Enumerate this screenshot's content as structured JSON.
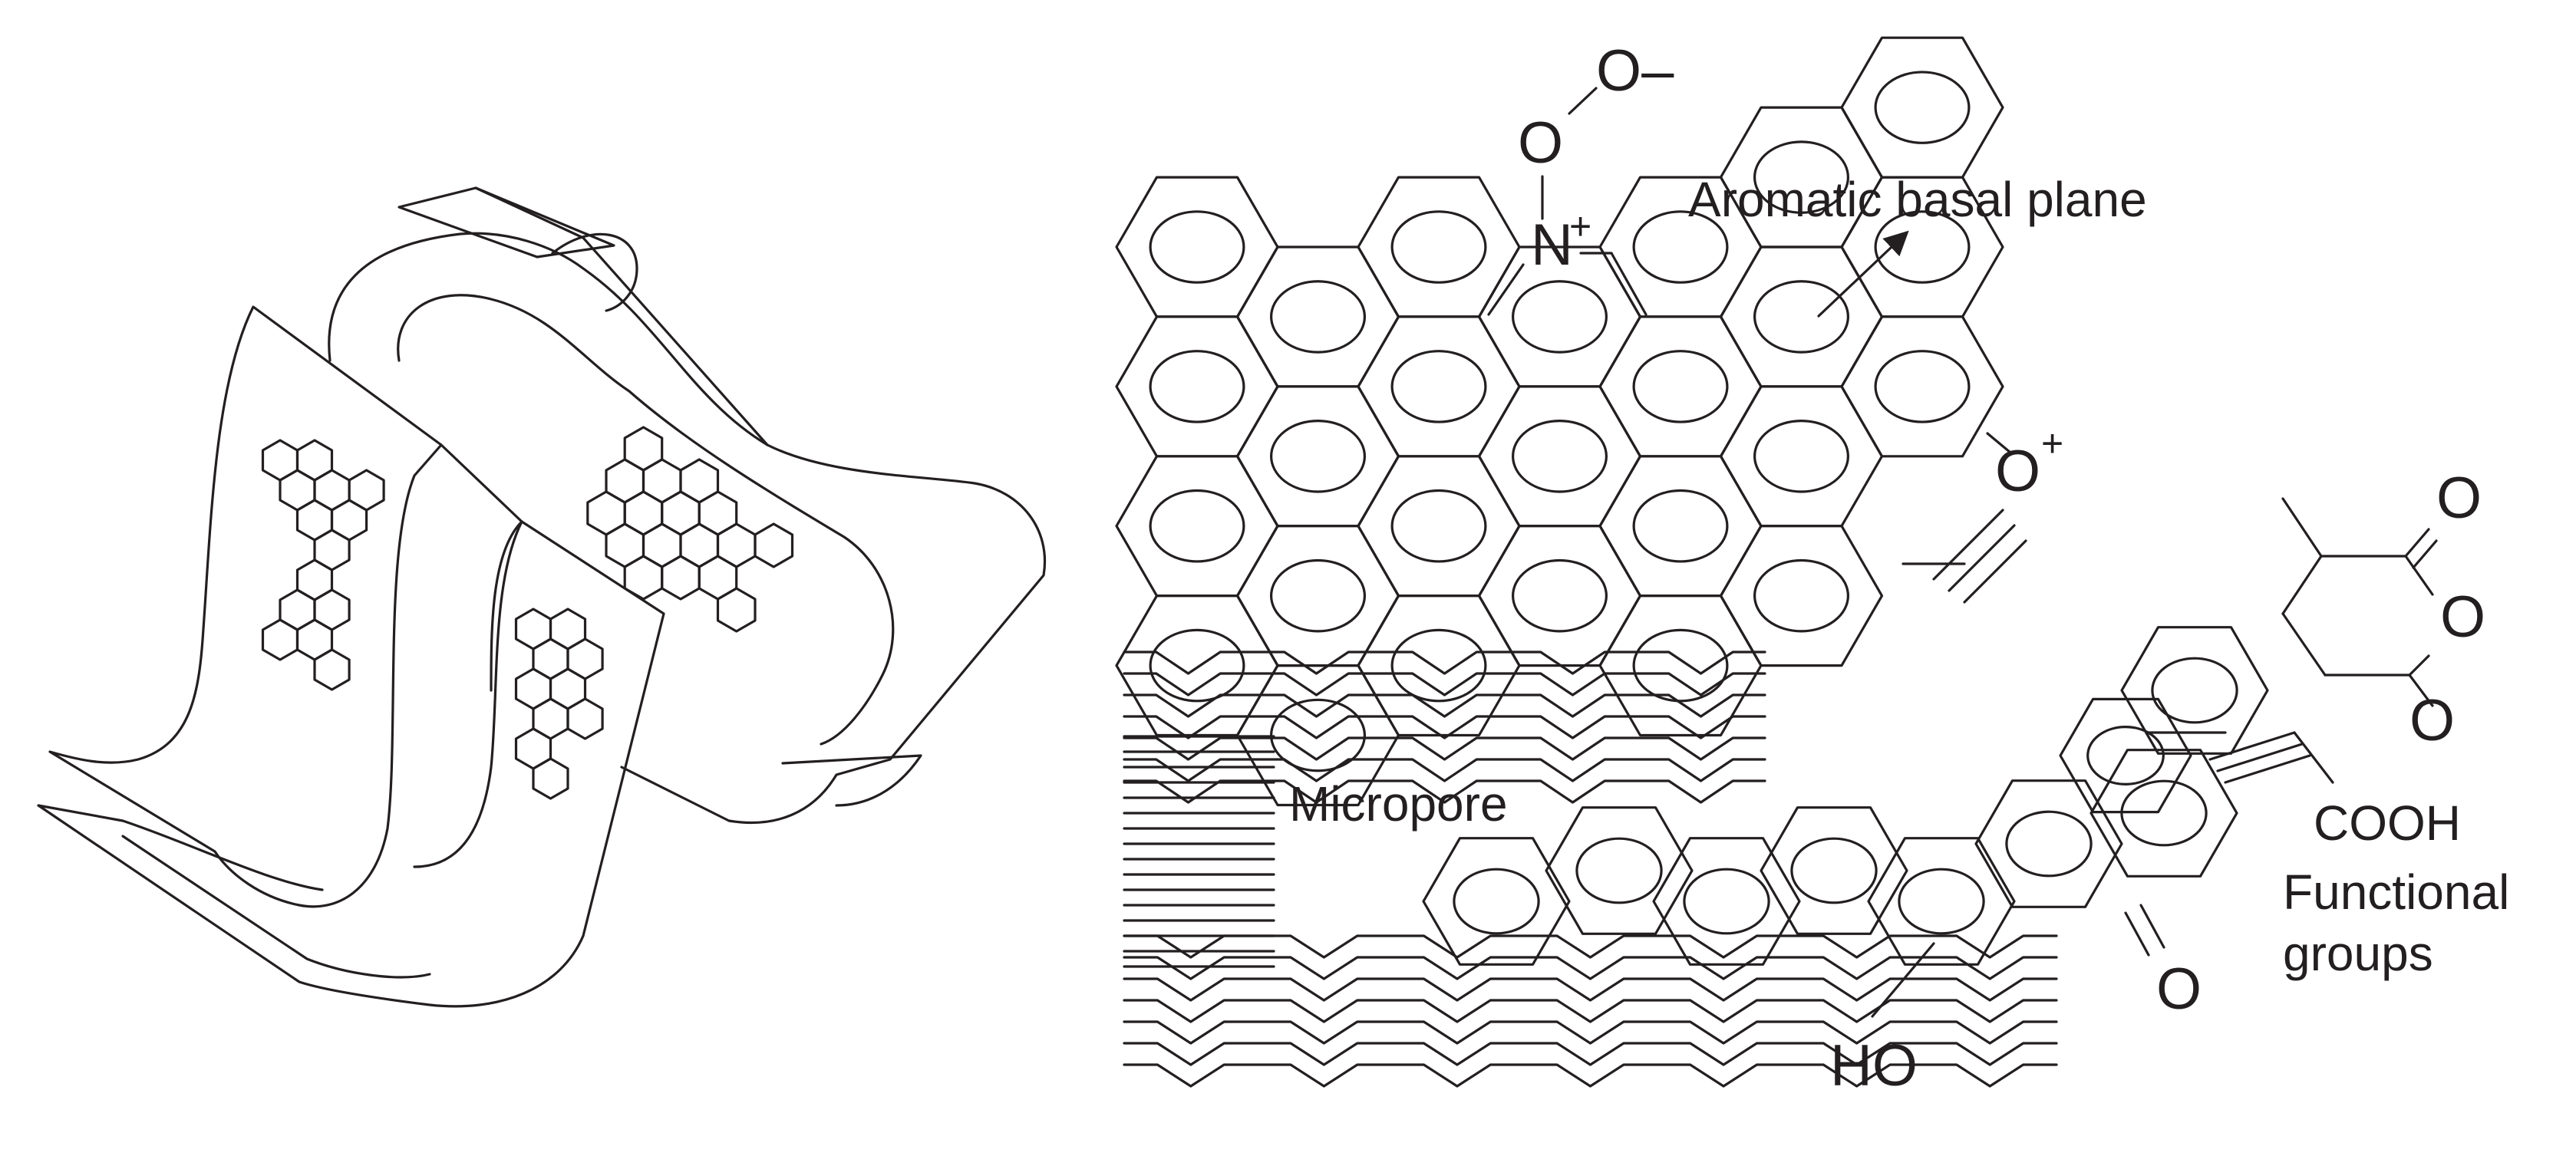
{
  "labels": {
    "o_minus": "O–",
    "o_top": "O",
    "n": "N",
    "n_charge": "+",
    "aromatic": "Aromatic basal plane",
    "o_plus": "O",
    "o_plus_charge": "+",
    "micropore": "Micropore",
    "o_right1": "O",
    "o_right2": "O",
    "o_right3": "O",
    "cooh": "COOH",
    "functional_line1": "Functional",
    "functional_line2": "groups",
    "o_ketone": "O",
    "ho": "HO"
  },
  "colors": {
    "stroke": "#231f20",
    "background": "#ffffff"
  }
}
